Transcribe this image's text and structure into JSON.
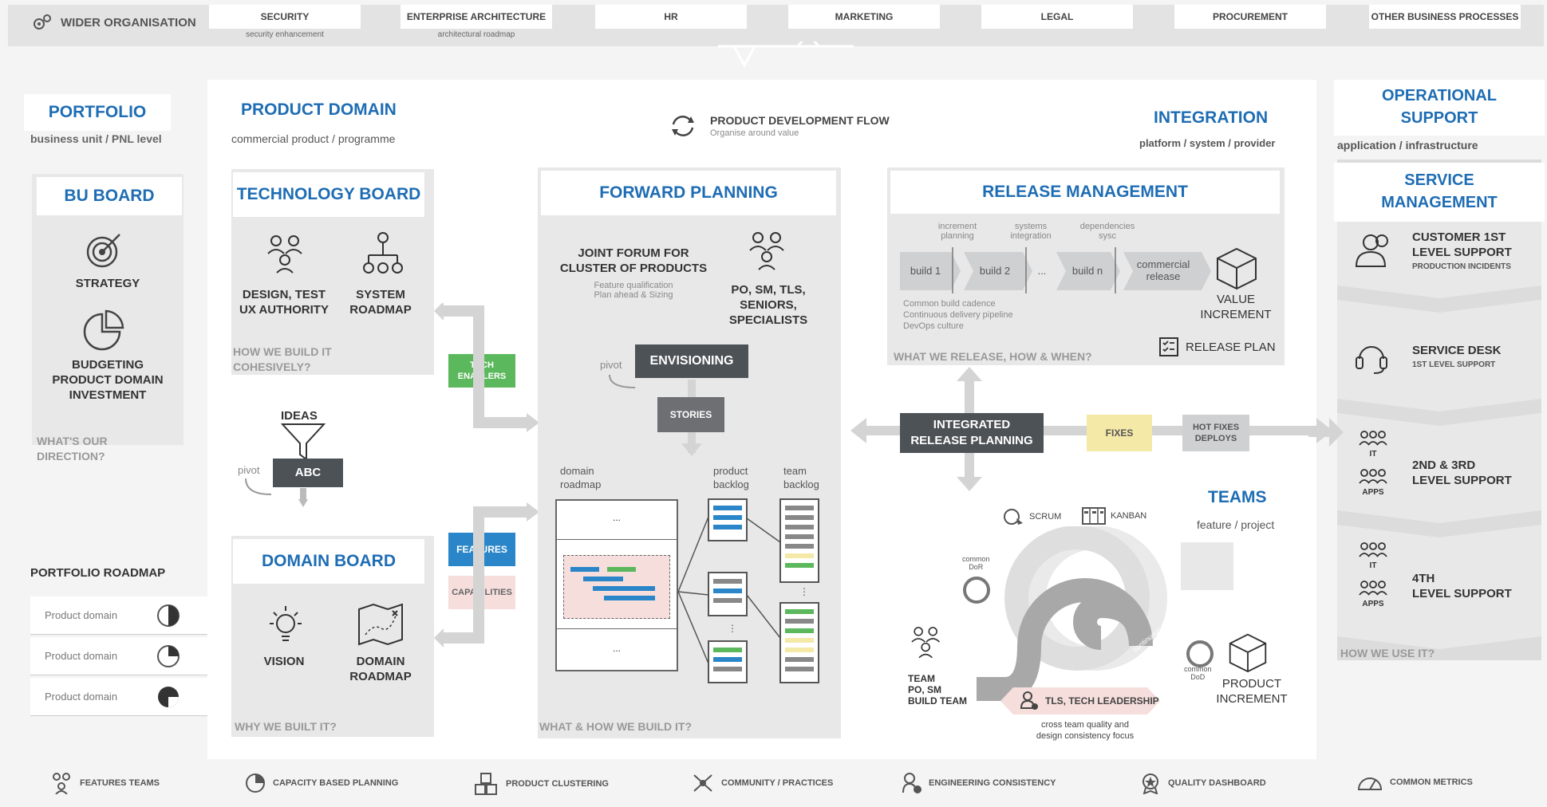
{
  "topbar": {
    "brand": "WIDER ORGANISATION",
    "tabs": [
      {
        "label": "SECURITY",
        "sub": "security enhancement"
      },
      {
        "label": "ENTERPRISE ARCHITECTURE",
        "sub": "architectural roadmap"
      },
      {
        "label": "HR",
        "sub": ""
      },
      {
        "label": "MARKETING",
        "sub": ""
      },
      {
        "label": "LEGAL",
        "sub": ""
      },
      {
        "label": "PROCUREMENT",
        "sub": ""
      },
      {
        "label": "OTHER BUSINESS PROCESSES",
        "sub": ""
      }
    ]
  },
  "portfolio": {
    "title": "PORTFOLIO",
    "subtitle": "business unit / PNL level",
    "bu_board": {
      "title": "BU BOARD",
      "strategy": "STRATEGY",
      "budgeting": "BUDGETING\nPRODUCT DOMAIN\nINVESTMENT",
      "question": "WHAT'S OUR\nDIRECTION?"
    },
    "roadmap": {
      "title": "PORTFOLIO ROADMAP",
      "rows": [
        "Product domain",
        "Product domain",
        "Product domain"
      ]
    }
  },
  "product_domain": {
    "title": "PRODUCT DOMAIN",
    "subtitle": "commercial product / programme",
    "flow_title": "PRODUCT DEVELOPMENT FLOW",
    "flow_sub": "Organise around value",
    "technology_board": {
      "title": "TECHNOLOGY BOARD",
      "item1": "DESIGN, TEST\nUX AUTHORITY",
      "item2": "SYSTEM\nROADMAP",
      "question": "HOW WE BUILD IT\nCOHESIVELY?"
    },
    "ideas": {
      "label": "IDEAS",
      "pivot": "pivot",
      "abc": "ABC"
    },
    "tech_enablers": "TECH\nENABLERS",
    "features": "FEATURES",
    "capabilities": "CAPABILITIES",
    "domain_board": {
      "title": "DOMAIN BOARD",
      "vision": "VISION",
      "roadmap": "DOMAIN\nROADMAP",
      "question": "WHY WE BUILT IT?"
    },
    "forward_planning": {
      "title": "FORWARD PLANNING",
      "forum": "JOINT FORUM FOR\nCLUSTER OF PRODUCTS",
      "forum_sub": "Feature qualification\nPlan ahead & Sizing",
      "roles": "PO, SM, TLS,\nSENIORS,\nSPECIALISTS",
      "pivot": "pivot",
      "envisioning": "ENVISIONING",
      "stories": "STORIES",
      "domain_roadmap": "domain\nroadmap",
      "product_backlog": "product\nbacklog",
      "team_backlog": "team\nbacklog",
      "ellipsis": "...",
      "question": "WHAT & HOW WE BUILD IT?"
    }
  },
  "integration": {
    "title": "INTEGRATION",
    "subtitle": "platform / system / provider",
    "release_management": {
      "title": "RELEASE MANAGEMENT",
      "milestones": [
        "increment\nplanning",
        "systems\nintegration",
        "dependencies\nsysc"
      ],
      "builds": [
        "build 1",
        "build 2",
        "...",
        "build n",
        "commercial\nrelease"
      ],
      "notes": "Common build cadence\nContinuous delivery pipeline\nDevOps culture",
      "value_increment": "VALUE\nINCREMENT",
      "release_plan": "RELEASE PLAN",
      "question": "WHAT WE RELEASE, HOW & WHEN?"
    },
    "integrated_release": "INTEGRATED\nRELEASE PLANNING",
    "fixes": "FIXES",
    "hot_fixes": "HOT FIXES\nDEPLOYS",
    "teams": {
      "title": "TEAMS",
      "subtitle": "feature / project",
      "scrum": "SCRUM",
      "kanban": "KANBAN",
      "dor": "common\nDoR",
      "dod": "common\nDoD",
      "ci": "continuous integration",
      "team": "TEAM\nPO, SM\nBUILD TEAM",
      "product_increment": "PRODUCT\nINCREMENT",
      "leadership": "TLS, TECH LEADERSHIP",
      "focus": "cross team quality and\ndesign consistency focus"
    }
  },
  "operational_support": {
    "title": "OPERATIONAL\nSUPPORT",
    "subtitle": "application / infrastructure",
    "service_title": "SERVICE\nMANAGEMENT",
    "items": [
      {
        "title": "CUSTOMER 1ST\nLEVEL SUPPORT",
        "sub": "PRODUCTION INCIDENTS"
      },
      {
        "title": "SERVICE DESK",
        "sub": "1ST LEVEL SUPPORT"
      },
      {
        "title": "2ND & 3RD\nLEVEL SUPPORT",
        "sub": ""
      },
      {
        "title": "4TH\nLEVEL SUPPORT",
        "sub": ""
      }
    ],
    "it_label": "IT",
    "apps_label": "APPS",
    "question": "HOW WE USE IT?"
  },
  "footer": [
    "FEATURES TEAMS",
    "CAPACITY BASED PLANNING",
    "PRODUCT CLUSTERING",
    "COMMUNITY / PRACTICES",
    "ENGINEERING CONSISTENCY",
    "QUALITY DASHBOARD",
    "COMMON METRICS"
  ],
  "colors": {
    "accent_blue": "#1e6db4",
    "green": "#5cb85c",
    "feature_blue": "#2a86c8",
    "dark_box": "#4d5257"
  }
}
